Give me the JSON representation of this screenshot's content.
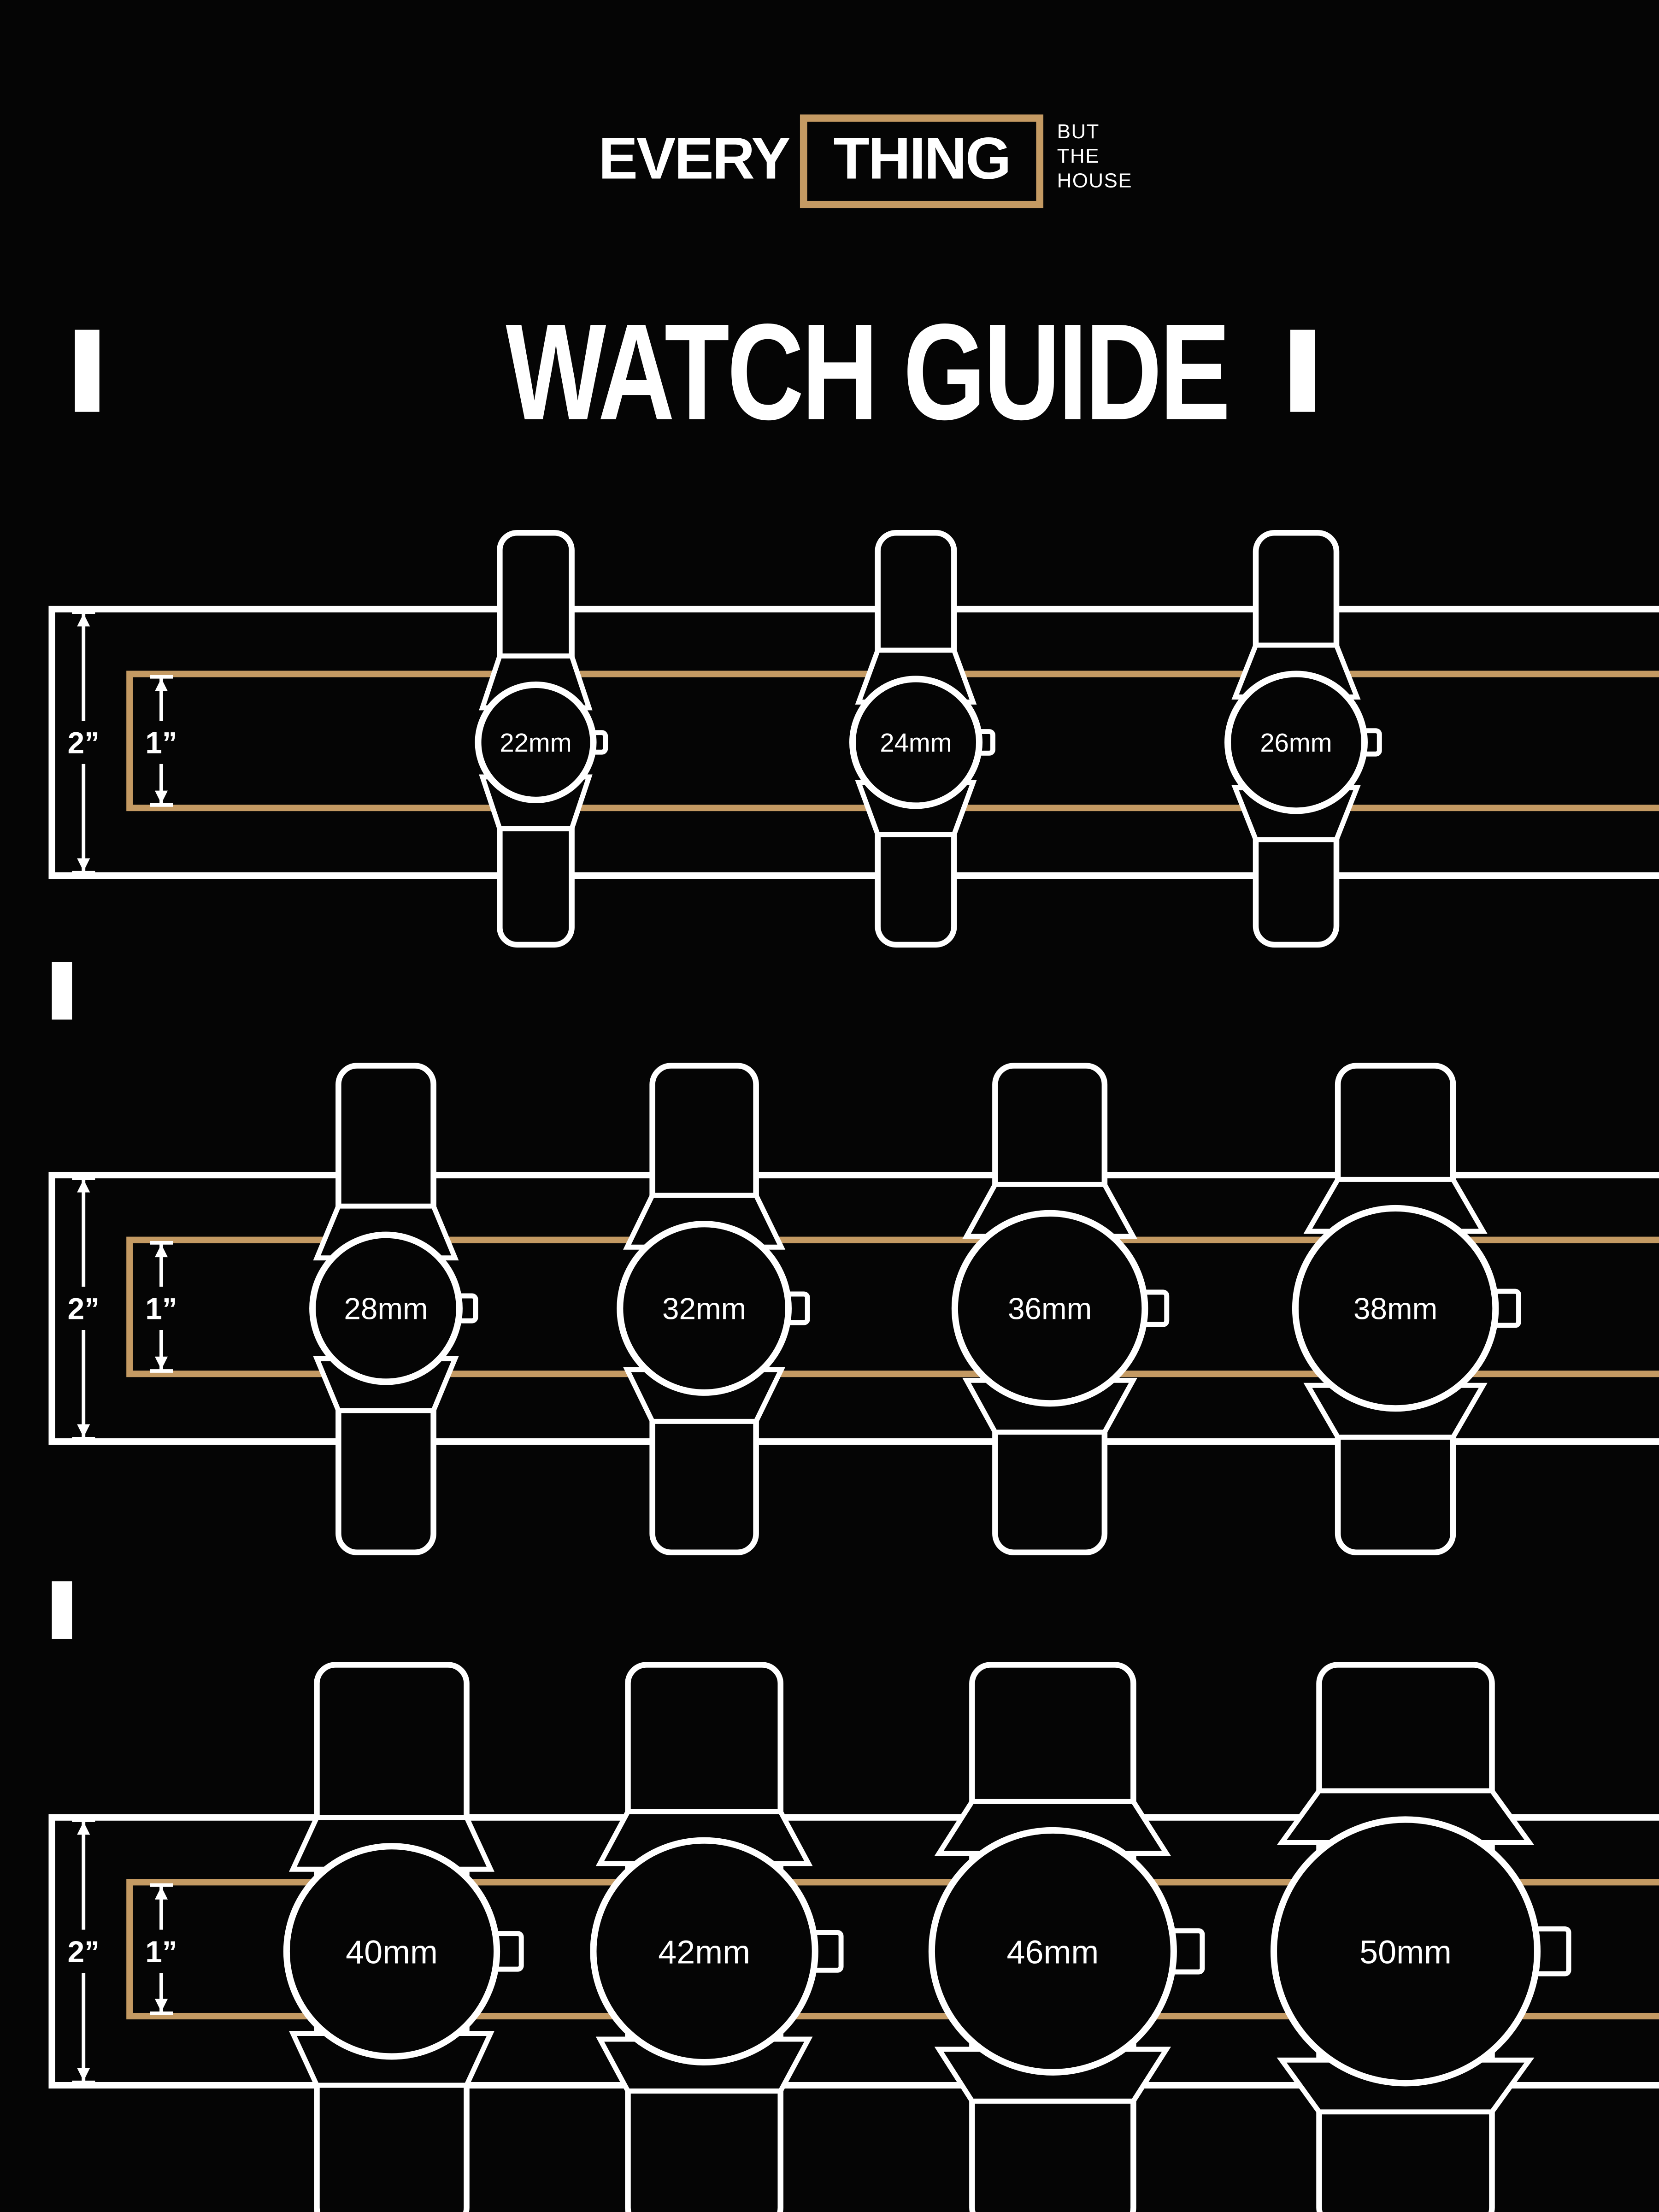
{
  "colors": {
    "background": "#050505",
    "foreground": "#ffffff",
    "accent_tan": "#C49A63"
  },
  "logo": {
    "every": "EVERY",
    "thing": "THING",
    "tagline": [
      "BUT",
      "THE",
      "HOUSE"
    ]
  },
  "title": "WATCH GUIDE",
  "rows": [
    {
      "outer_label": "2”",
      "inner_label": "1”",
      "watches": [
        {
          "label": "22mm"
        },
        {
          "label": "24mm"
        },
        {
          "label": "26mm"
        }
      ]
    },
    {
      "outer_label": "2”",
      "inner_label": "1”",
      "watches": [
        {
          "label": "28mm"
        },
        {
          "label": "32mm"
        },
        {
          "label": "36mm"
        },
        {
          "label": "38mm"
        }
      ]
    },
    {
      "outer_label": "2”",
      "inner_label": "1”",
      "watches": [
        {
          "label": "40mm"
        },
        {
          "label": "42mm"
        },
        {
          "label": "46mm"
        },
        {
          "label": "50mm"
        }
      ]
    }
  ]
}
